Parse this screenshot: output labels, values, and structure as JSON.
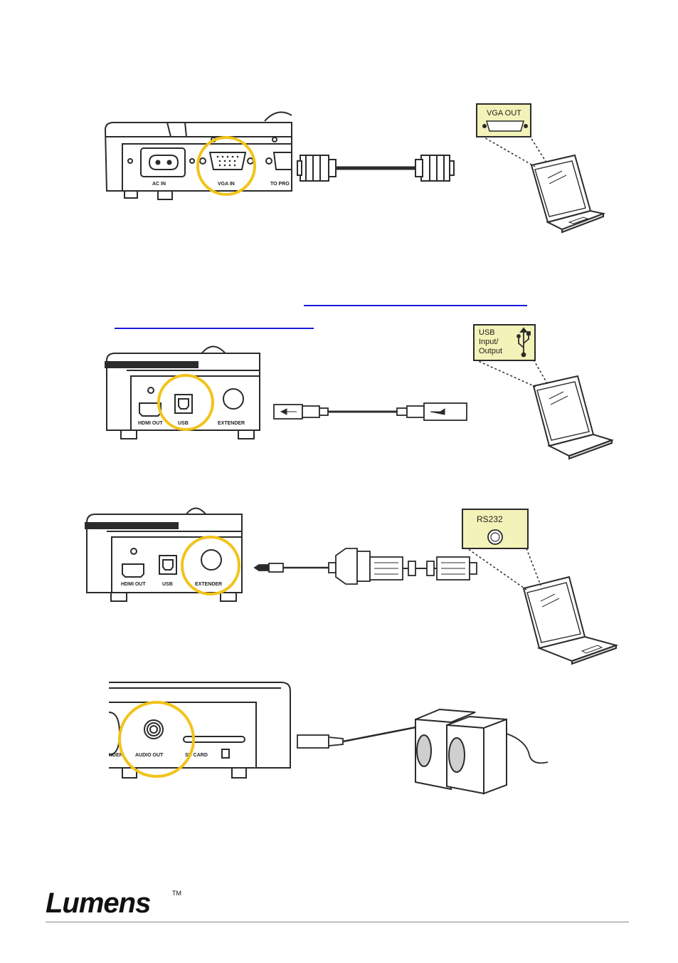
{
  "colors": {
    "highlight": "#f2c31a",
    "tag_fill": "#f3f2b8",
    "link": "#1a1ad8",
    "outline": "#2b2b2b"
  },
  "section_vga": {
    "device_ports": [
      "AC IN",
      "VGA IN",
      "TO PRO"
    ],
    "laptop_tag": "VGA OUT"
  },
  "section_usb": {
    "device_ports": [
      "HDMI OUT",
      "USB",
      "EXTENDER"
    ],
    "laptop_tag": [
      "USB",
      "Input/",
      "Output"
    ]
  },
  "section_rs232": {
    "device_ports": [
      "HDMI OUT",
      "USB",
      "EXTENDER"
    ],
    "laptop_tag": "RS232"
  },
  "section_audio": {
    "device_ports": [
      "NDER",
      "AUDIO OUT",
      "SD CARD"
    ]
  },
  "footer": {
    "logo": "Lumens",
    "trademark": "TM"
  }
}
